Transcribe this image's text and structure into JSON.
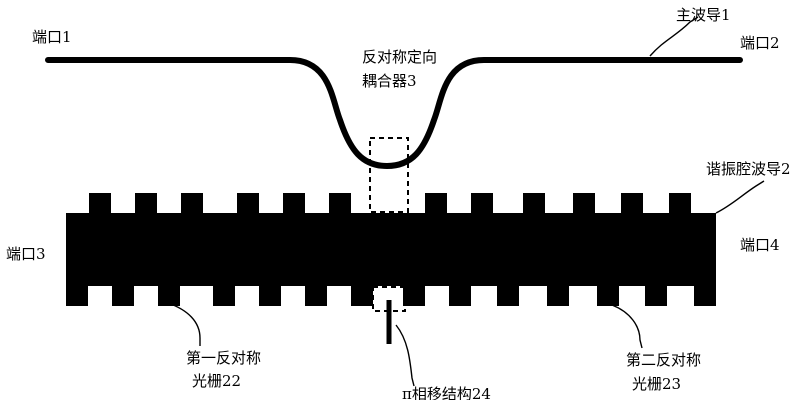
{
  "labels": {
    "port1": "端口1",
    "port2": "端口2",
    "port3": "端口3",
    "port4": "端口4",
    "main_waveguide": "主波导1",
    "coupler_line1": "反对称定向",
    "coupler_line2": "耦合器3",
    "resonator_waveguide": "谐振腔波导2",
    "grating1_line1": "第一反对称",
    "grating1_line2": "光栅22",
    "grating2_line1": "第二反对称",
    "grating2_line2": "光栅23",
    "phase_shift": "π相移结构24"
  },
  "colors": {
    "structure": "#000000",
    "background": "#ffffff"
  }
}
